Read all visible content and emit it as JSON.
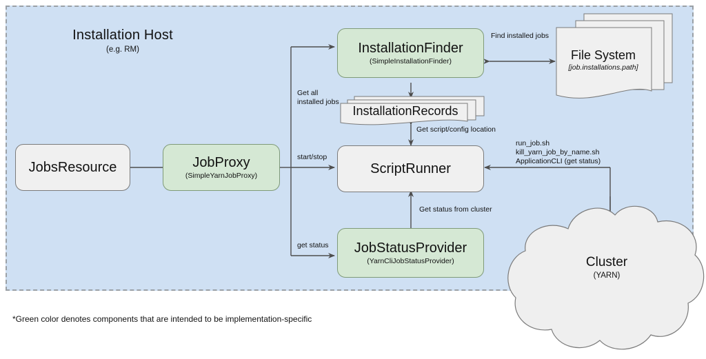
{
  "diagram": {
    "host_region": {
      "title": "Installation Host",
      "subtitle": "(e.g. RM)"
    },
    "footnote": "*Green color denotes components that are intended to be implementation-specific",
    "colors": {
      "host_background": "#cfe0f3",
      "host_border": "#9aa0a6",
      "green_node": "#d5e8d4",
      "gray_node": "#f0f0f0",
      "stroke": "#4d4d4d",
      "canvas": "#ffffff"
    },
    "nodes": [
      {
        "id": "jobs-resource",
        "title": "JobsResource",
        "subtitle": "",
        "style": "gray"
      },
      {
        "id": "job-proxy",
        "title": "JobProxy",
        "subtitle": "(SimpleYarnJobProxy)",
        "style": "green"
      },
      {
        "id": "installation-finder",
        "title": "InstallationFinder",
        "subtitle": "(SimpleInstallationFinder)",
        "style": "green"
      },
      {
        "id": "script-runner",
        "title": "ScriptRunner",
        "subtitle": "",
        "style": "gray"
      },
      {
        "id": "job-status-provider",
        "title": "JobStatusProvider",
        "subtitle": "(YarnCliJobStatusProvider)",
        "style": "green"
      }
    ],
    "documents": [
      {
        "id": "installation-records",
        "title": "InstallationRecords",
        "subtitle": ""
      },
      {
        "id": "file-system",
        "title": "File System",
        "subtitle": "[job.installations.path]"
      }
    ],
    "cloud": {
      "title": "Cluster",
      "subtitle": "(YARN)"
    },
    "edge_labels": {
      "find_installed_jobs": "Find installed jobs",
      "get_all_installed_jobs": "Get all\ninstalled jobs",
      "get_script_config_location": "Get script/config location",
      "start_stop": "start/stop",
      "get_status": "get status",
      "get_status_from_cluster": "Get status from cluster",
      "cluster_commands": "run_job.sh\nkill_yarn_job_by_name.sh\nApplicationCLI (get status)"
    }
  }
}
